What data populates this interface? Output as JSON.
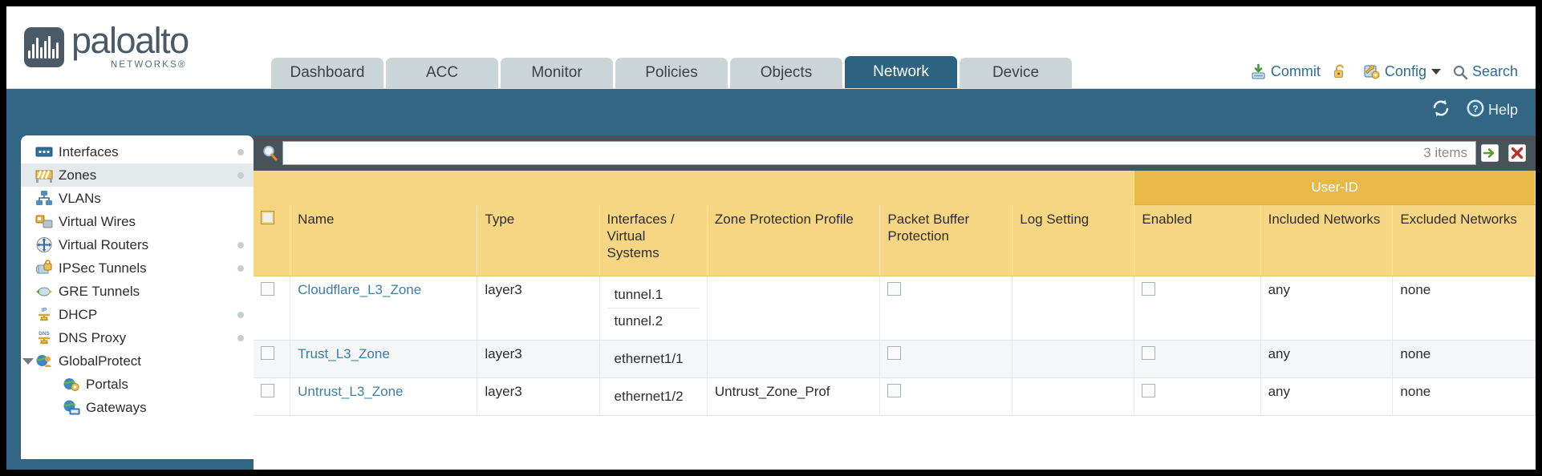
{
  "brand": {
    "name": "paloalto",
    "tagline": "NETWORKS",
    "registered": "®"
  },
  "nav": {
    "tabs": [
      {
        "label": "Dashboard",
        "active": false
      },
      {
        "label": "ACC",
        "active": false
      },
      {
        "label": "Monitor",
        "active": false
      },
      {
        "label": "Policies",
        "active": false
      },
      {
        "label": "Objects",
        "active": false
      },
      {
        "label": "Network",
        "active": true
      },
      {
        "label": "Device",
        "active": false
      }
    ]
  },
  "top_actions": {
    "commit": "Commit",
    "lock_icon": "padlock-icon",
    "config": "Config",
    "search": "Search"
  },
  "toolbar": {
    "refresh_icon": "refresh-icon",
    "help": "Help"
  },
  "sidebar": {
    "items": [
      {
        "label": "Interfaces",
        "icon": "interfaces-icon",
        "selected": false,
        "dot": true,
        "child": false,
        "expander": false
      },
      {
        "label": "Zones",
        "icon": "zones-icon",
        "selected": true,
        "dot": true,
        "child": false,
        "expander": false
      },
      {
        "label": "VLANs",
        "icon": "vlans-icon",
        "selected": false,
        "dot": false,
        "child": false,
        "expander": false
      },
      {
        "label": "Virtual Wires",
        "icon": "virtual-wires-icon",
        "selected": false,
        "dot": false,
        "child": false,
        "expander": false
      },
      {
        "label": "Virtual Routers",
        "icon": "virtual-routers-icon",
        "selected": false,
        "dot": true,
        "child": false,
        "expander": false
      },
      {
        "label": "IPSec Tunnels",
        "icon": "ipsec-tunnels-icon",
        "selected": false,
        "dot": true,
        "child": false,
        "expander": false
      },
      {
        "label": "GRE Tunnels",
        "icon": "gre-tunnels-icon",
        "selected": false,
        "dot": false,
        "child": false,
        "expander": false
      },
      {
        "label": "DHCP",
        "icon": "dhcp-icon",
        "selected": false,
        "dot": true,
        "child": false,
        "expander": false
      },
      {
        "label": "DNS Proxy",
        "icon": "dns-proxy-icon",
        "selected": false,
        "dot": true,
        "child": false,
        "expander": false
      },
      {
        "label": "GlobalProtect",
        "icon": "globalprotect-icon",
        "selected": false,
        "dot": false,
        "child": false,
        "expander": true
      },
      {
        "label": "Portals",
        "icon": "portals-icon",
        "selected": false,
        "dot": false,
        "child": true,
        "expander": false
      },
      {
        "label": "Gateways",
        "icon": "gateways-icon",
        "selected": false,
        "dot": false,
        "child": true,
        "expander": false
      }
    ]
  },
  "filter": {
    "search_icon": "search-icon",
    "value": "",
    "placeholder": "",
    "item_count": "3 items",
    "apply_icon": "apply-filter-arrow-icon",
    "clear_icon": "clear-filter-icon"
  },
  "table": {
    "group_header": "User-ID",
    "columns": [
      "Name",
      "Type",
      "Interfaces / Virtual Systems",
      "Zone Protection Profile",
      "Packet Buffer Protection",
      "Log Setting",
      "Enabled",
      "Included Networks",
      "Excluded Networks"
    ],
    "rows": [
      {
        "selected": false,
        "name": "Cloudflare_L3_Zone",
        "type": "layer3",
        "interfaces": [
          "tunnel.1",
          "tunnel.2"
        ],
        "zone_protection_profile": "",
        "packet_buffer_protection": false,
        "log_setting": "",
        "userid_enabled": false,
        "included_networks": "any",
        "excluded_networks": "none"
      },
      {
        "selected": false,
        "name": "Trust_L3_Zone",
        "type": "layer3",
        "interfaces": [
          "ethernet1/1"
        ],
        "zone_protection_profile": "",
        "packet_buffer_protection": false,
        "log_setting": "",
        "userid_enabled": false,
        "included_networks": "any",
        "excluded_networks": "none"
      },
      {
        "selected": false,
        "name": "Untrust_L3_Zone",
        "type": "layer3",
        "interfaces": [
          "ethernet1/2"
        ],
        "zone_protection_profile": "Untrust_Zone_Prof",
        "packet_buffer_protection": false,
        "log_setting": "",
        "userid_enabled": false,
        "included_networks": "any",
        "excluded_networks": "none"
      }
    ]
  },
  "colors": {
    "brand_blue": "#336685",
    "active_tab": "#2b6381",
    "table_header": "#f7d683",
    "group_header": "#e6b949",
    "link": "#3b7fa6"
  }
}
